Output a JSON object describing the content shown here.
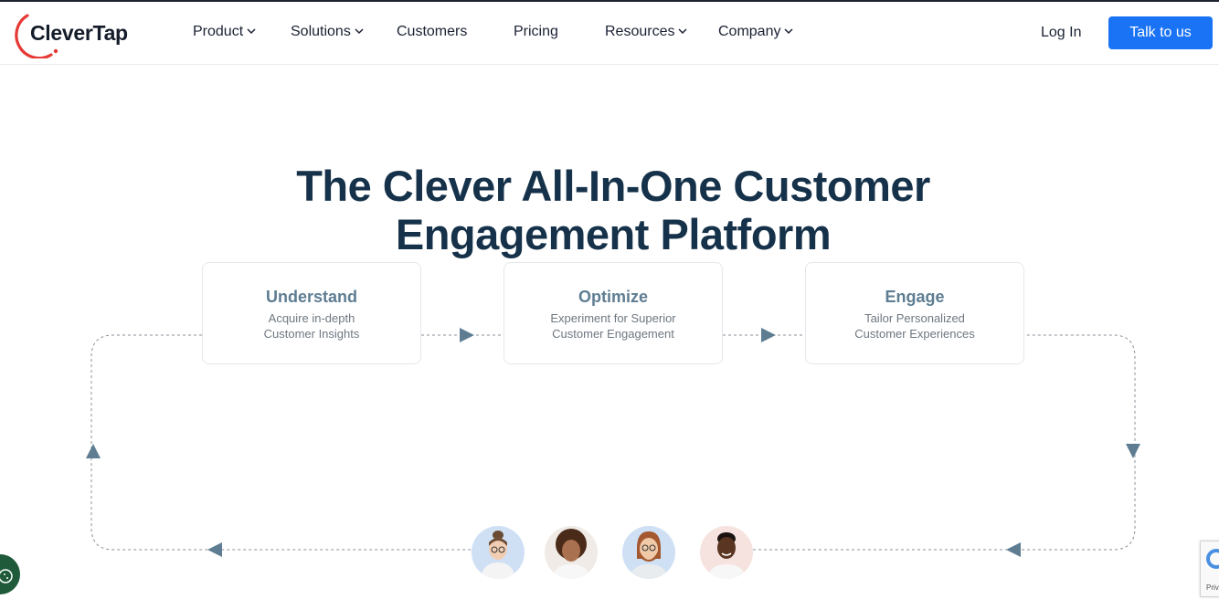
{
  "brand": {
    "name": "CleverTap",
    "accent": "#e53935"
  },
  "nav": {
    "items": [
      {
        "label": "Product",
        "dropdown": true
      },
      {
        "label": "Solutions",
        "dropdown": true
      },
      {
        "label": "Customers",
        "dropdown": false
      },
      {
        "label": "Pricing",
        "dropdown": false
      },
      {
        "label": "Resources",
        "dropdown": true
      },
      {
        "label": "Company",
        "dropdown": true
      }
    ],
    "login_label": "Log In",
    "cta_label": "Talk to us",
    "cta_color": "#1a73f5"
  },
  "hero": {
    "title_line1": "The Clever All-In-One Customer",
    "title_line2": "Engagement Platform"
  },
  "steps": [
    {
      "title": "Understand",
      "desc_line1": "Acquire in-depth",
      "desc_line2": "Customer Insights"
    },
    {
      "title": "Optimize",
      "desc_line1": "Experiment for Superior",
      "desc_line2": "Customer Engagement"
    },
    {
      "title": "Engage",
      "desc_line1": "Tailor Personalized",
      "desc_line2": "Customer Experiences"
    }
  ],
  "avatars": [
    {
      "icon": "woman-glasses-avatar",
      "bg": "#cfe0f5"
    },
    {
      "icon": "woman-curly-hair-avatar",
      "bg": "#f0ebe6"
    },
    {
      "icon": "man-beard-glasses-avatar",
      "bg": "#cfe0f5"
    },
    {
      "icon": "man-smiling-avatar",
      "bg": "#f6e3e0"
    }
  ],
  "recaptcha": {
    "text": "Priv"
  }
}
